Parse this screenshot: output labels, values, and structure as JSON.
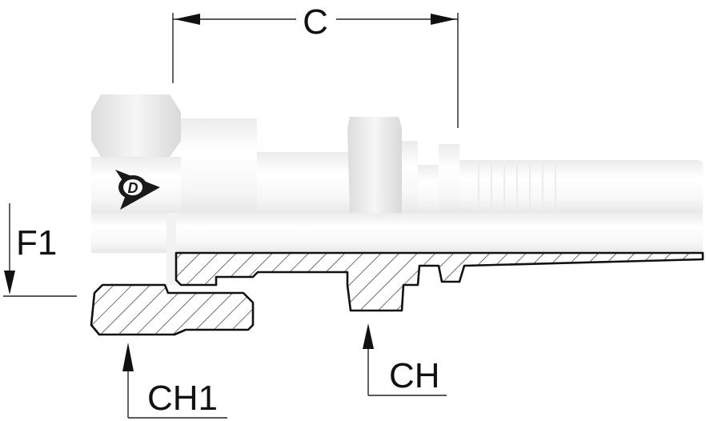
{
  "logo": {
    "letter": "D"
  },
  "labels": {
    "c": "C",
    "f1": "F1",
    "ch": "CH",
    "ch1": "CH1"
  },
  "colors": {
    "section_line": "#111111",
    "hatch": "#222222",
    "metal_light": "#ffffff",
    "metal_dark": "#e4e4e4",
    "logo_dark": "#1a1a1a"
  }
}
